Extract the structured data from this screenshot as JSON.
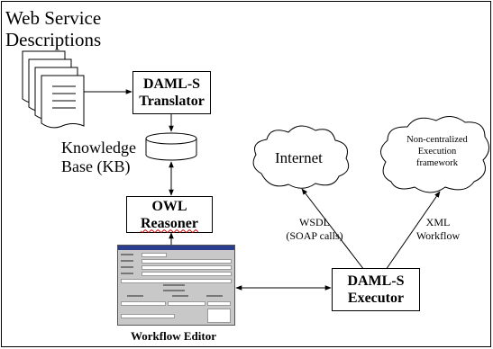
{
  "title": {
    "line1": "Web Service",
    "line2": "Descriptions"
  },
  "nodes": {
    "translator": {
      "line1": "DAML-S",
      "line2": "Translator"
    },
    "kb": {
      "line1": "Knowledge",
      "line2": "Base (KB)"
    },
    "reasoner": {
      "line1": "OWL",
      "line2": "Reasoner"
    },
    "internet": {
      "label": "Internet"
    },
    "noncentral": {
      "line1": "Non-centralized",
      "line2": "Execution",
      "line3": "framework"
    },
    "executor": {
      "line1": "DAML-S",
      "line2": "Executor"
    },
    "workflow_editor": {
      "label": "Workflow Editor"
    }
  },
  "edges": {
    "wsdl": {
      "line1": "WSDL",
      "line2": "(SOAP calls)"
    },
    "xml": {
      "line1": "XML",
      "line2": "Workflow"
    }
  }
}
